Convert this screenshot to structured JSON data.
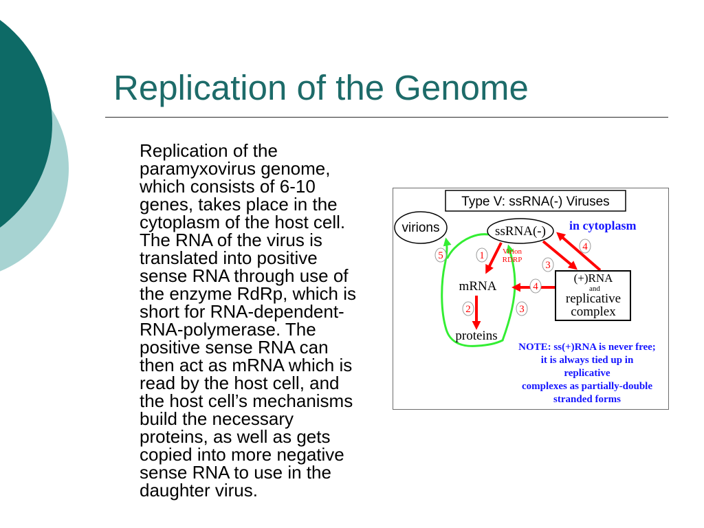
{
  "slide": {
    "title": "Replication of the Genome",
    "body_lines": [
      "Replication of the",
      "paramyxovirus genome,",
      "which consists of 6-10",
      "genes, takes place in the",
      "cytoplasm of the host cell.",
      "The RNA of the virus is",
      "translated into positive",
      "sense RNA through use of",
      "the enzyme RdRp, which is",
      "short for RNA-dependent-",
      "RNA-polymerase. The",
      "positive sense RNA can",
      "then act as mRNA which is",
      "read by the host cell, and",
      "the host cell’s mechanisms",
      "build the necessary",
      "proteins, as well as gets",
      "copied into more negative",
      "sense RNA to use in the",
      "daughter virus."
    ]
  },
  "diagram": {
    "title": "Type V: ssRNA(-) Viruses",
    "virions": "virions",
    "ssrna": "ssRNA(-)",
    "location": "in cytoplasm",
    "enzyme": [
      "Virion",
      "RDRP"
    ],
    "mrna": "mRNA",
    "proteins": "proteins",
    "complex": [
      "(+)RNA",
      "and",
      "replicative",
      "complex"
    ],
    "steps": [
      "5",
      "1",
      "4",
      "3",
      "4",
      "2",
      "3"
    ],
    "note": [
      "NOTE: ss(+)RNA is never free;",
      "it is always tied up in",
      "replicative",
      "complexes as partially-double",
      "stranded forms"
    ]
  },
  "colors": {
    "title": "#1d6b69",
    "accent_dark": "#0d6a66",
    "accent_light": "#a7d3d2",
    "diagram_blue": "#1414ff",
    "arrow_red": "#ff0000",
    "arrow_green": "#33ee33"
  }
}
